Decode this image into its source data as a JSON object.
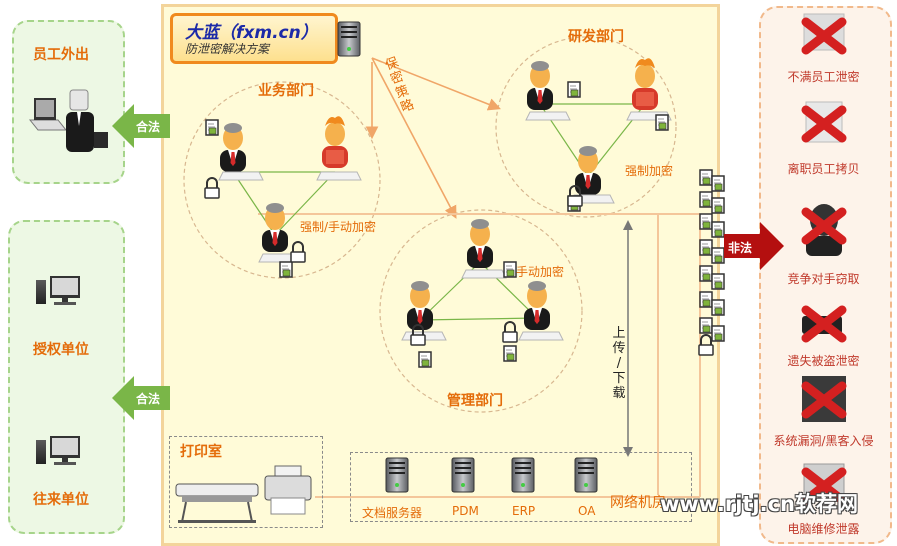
{
  "title": {
    "brand": "大蓝（fxm.cn）",
    "subtitle": "防泄密解决方案"
  },
  "left": {
    "employee_out": "员工外出",
    "authorized": "授权单位",
    "partner": "往来单位",
    "legal_top": "合法",
    "legal_bottom": "合法"
  },
  "departments": {
    "business": "业务部门",
    "rnd": "研发部门",
    "management": "管理部门",
    "business_enc": "强制/手动加密",
    "rnd_enc": "强制加密",
    "management_enc": "手动加密",
    "policy": [
      "保",
      "密",
      "策",
      "略"
    ]
  },
  "upload": [
    "上",
    "传",
    "/",
    "下",
    "载"
  ],
  "print": {
    "room": "打印室"
  },
  "servers": {
    "doc": "文档服务器",
    "pdm": "PDM",
    "erp": "ERP",
    "oa": "OA",
    "network_room": "网络机房"
  },
  "illegal": "非法",
  "threats": [
    "不满员工泄密",
    "离职员工拷贝",
    "竞争对手窃取",
    "遗失被盗泄密",
    "系统漏洞/黑客入侵",
    "电脑维修泄露"
  ],
  "watermark": "www.rjtj.cn软荐网",
  "colors": {
    "accent": "#e46c0a",
    "legal_green": "#7ab648",
    "illegal_red": "#b40f0f",
    "cross_red": "#d42020",
    "brand_blue": "#1c2aa8"
  }
}
